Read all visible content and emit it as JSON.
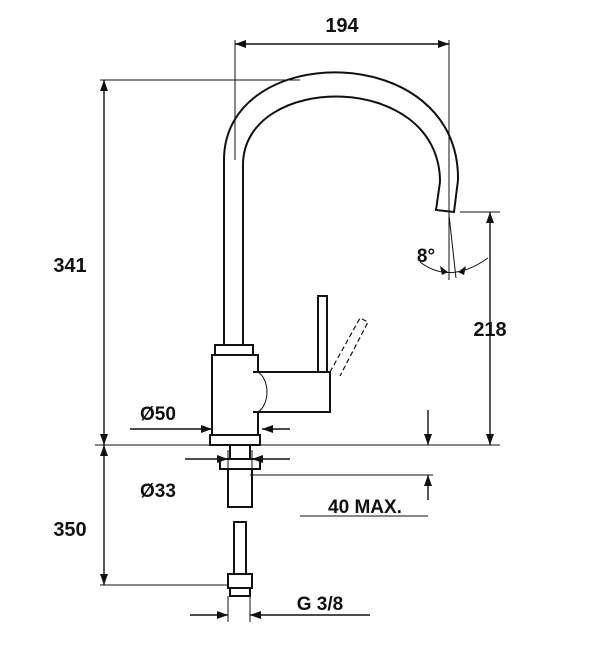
{
  "dimensions": {
    "spout_reach": "194",
    "total_height": "341",
    "spout_height": "218",
    "spout_angle": "8°",
    "base_diameter": "Ø50",
    "hole_diameter": "Ø33",
    "max_counter_thickness": "40 MAX.",
    "hose_length": "350",
    "connection_thread": "G 3/8"
  }
}
